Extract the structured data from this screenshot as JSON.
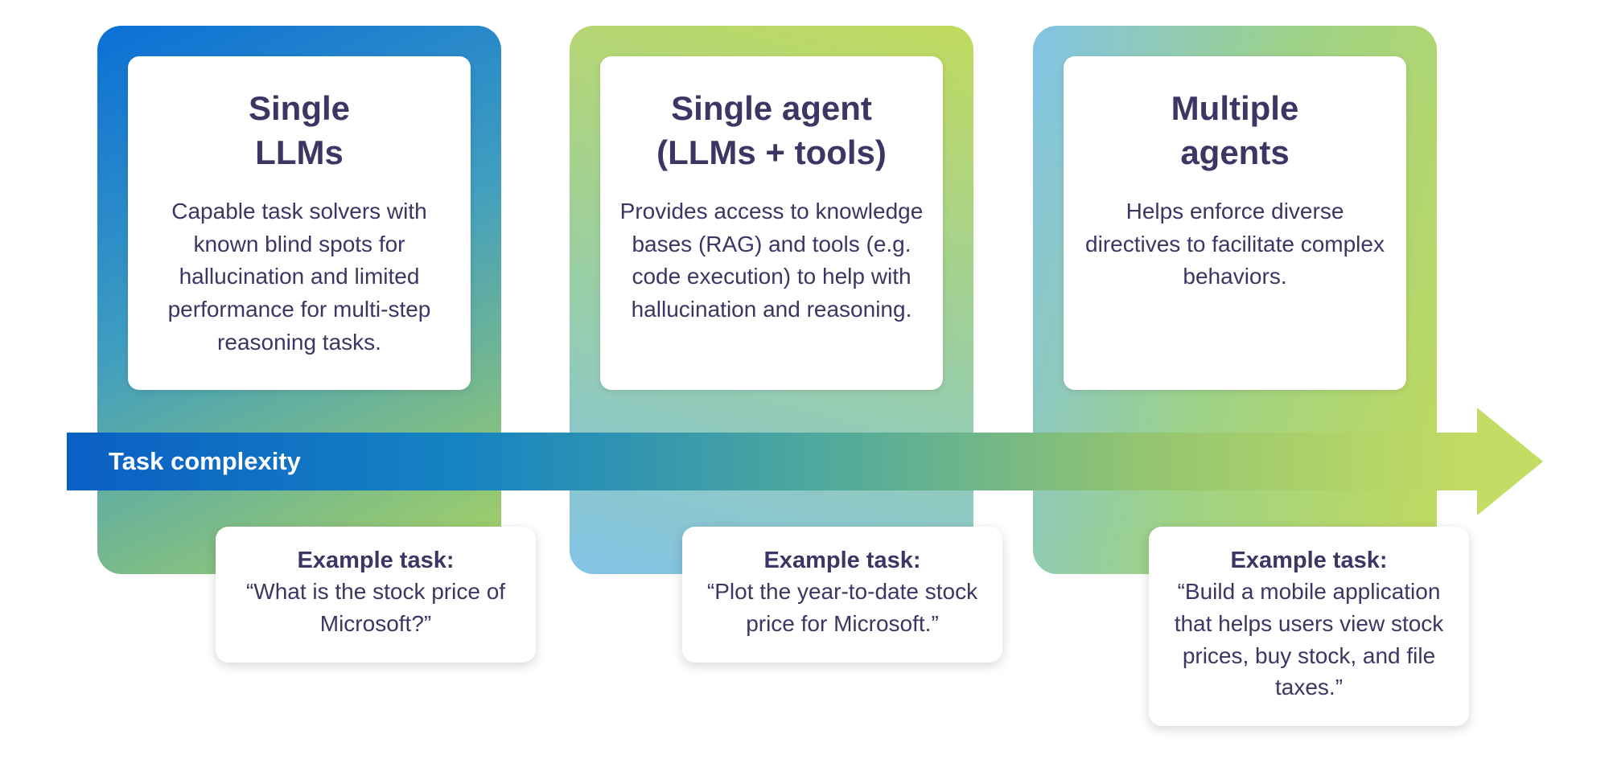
{
  "diagram": {
    "arrow_label": "Task complexity",
    "cards": [
      {
        "title": "Single\nLLMs",
        "body": "Capable task solvers with known blind spots for hallucination and limited performance for multi-step reasoning tasks."
      },
      {
        "title": "Single agent\n(LLMs + tools)",
        "body": "Provides access to knowledge bases (RAG) and tools (e.g. code execution) to help with hallucination and reasoning."
      },
      {
        "title": "Multiple\nagents",
        "body": "Helps enforce diverse directives to facilitate complex behaviors."
      }
    ],
    "examples": [
      {
        "label": "Example task:",
        "text": "“What is the stock price of Microsoft?”"
      },
      {
        "label": "Example task:",
        "text": "“Plot the year-to-date stock price for Microsoft.”"
      },
      {
        "label": "Example task:",
        "text": "“Build a mobile application that helps users view stock prices, buy stock, and file taxes.”"
      }
    ]
  },
  "colors": {
    "text_dark": "#3b3663",
    "card1_start": "#0b6fd6",
    "card1_mid": "#3f9dc0",
    "card1_end": "#aad35f",
    "card2_start": "#c1da5e",
    "card2_mid": "#9ccf9f",
    "card2_end": "#82c3e6",
    "card3_start": "#82c3e6",
    "card3_mid": "#9ed285",
    "card3_end": "#c1da5e",
    "arrow_start": "#0a5fc4",
    "arrow_mid": "#53ab9a",
    "arrow_end": "#c3dc63"
  }
}
